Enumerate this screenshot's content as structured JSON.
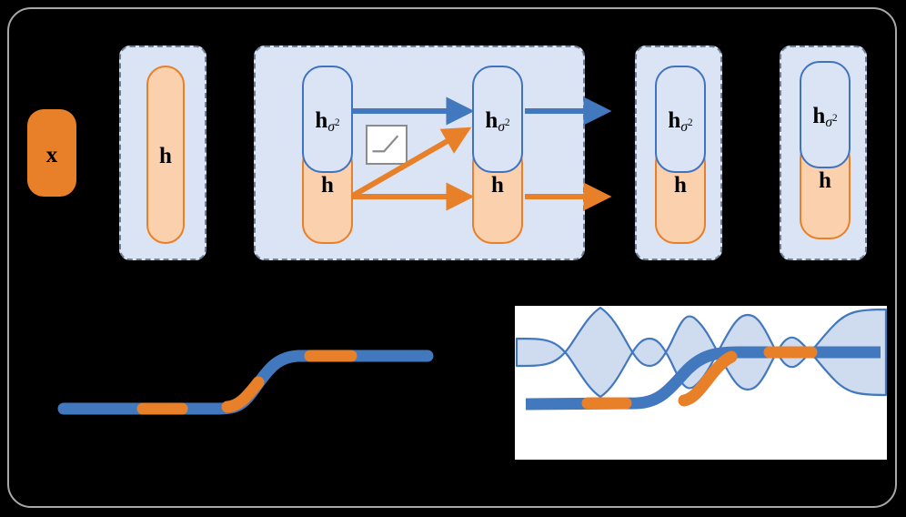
{
  "figure": {
    "title": "Heteroscedastic neural network with variance propagation",
    "background_color": "#000000",
    "frame_color": "#a8a8a8"
  },
  "palette": {
    "orange_solid": "#e8802a",
    "orange_light": "#fbd0ac",
    "blue_line": "#4278be",
    "blue_border": "#3f72bf",
    "group_fill": "#dbe4f5",
    "group_dash": "#6f7f96",
    "band_fill": "#cfdcf0",
    "icon_gray": "#8c8c8c",
    "panel_white": "#ffffff"
  },
  "labels": {
    "input": "x",
    "hidden": "h",
    "variance_base": "h",
    "variance_sub": "σ",
    "variance_sup": "2"
  },
  "nodes": [
    {
      "id": "input-x",
      "name": "input-node-x",
      "label": "x",
      "kind": "solid-orange-pill"
    },
    {
      "id": "layer-1",
      "name": "hidden-layer-1",
      "label": "h",
      "kind": "light-orange-pill"
    },
    {
      "id": "layer-2",
      "name": "hidden-layer-2-stacked",
      "label": "h",
      "kind": "stacked-pill"
    },
    {
      "id": "layer-3",
      "name": "hidden-layer-3-stacked",
      "label": "h",
      "kind": "stacked-pill"
    },
    {
      "id": "layer-4",
      "name": "hidden-layer-4-stacked",
      "label": "h",
      "kind": "stacked-pill"
    },
    {
      "id": "layer-5",
      "name": "output-layer-stacked",
      "label": "h",
      "kind": "stacked-pill"
    }
  ],
  "arrows": [
    {
      "name": "arrow-variance-forward",
      "color": "#4278be",
      "style": "straight-horizontal"
    },
    {
      "name": "arrow-mean-to-variance",
      "color": "#e8802a",
      "style": "diagonal-up"
    },
    {
      "name": "arrow-mean-forward",
      "color": "#e8802a",
      "style": "straight-horizontal"
    },
    {
      "name": "arrow-variance-out",
      "color": "#4278be",
      "style": "straight-horizontal"
    },
    {
      "name": "arrow-mean-out",
      "color": "#e8802a",
      "style": "straight-horizontal"
    }
  ],
  "activation_icon": {
    "name": "relu-activation-icon",
    "type": "relu",
    "stroke_color": "#8c8c8c",
    "border_color": "#8c8c8c",
    "fill_color": "#ffffff"
  },
  "chart_data": [
    {
      "type": "line",
      "name": "mean-prediction-curve",
      "title": "",
      "xlabel": "",
      "ylabel": "",
      "xlim": [
        0,
        420
      ],
      "ylim": [
        0,
        130
      ],
      "grid": false,
      "legend": null,
      "series": [
        {
          "name": "mean",
          "color": "#4278be",
          "linewidth": 13,
          "comment": "sigmoid-shaped mean curve",
          "x": [
            70,
            130,
            190,
            230,
            255,
            275,
            295,
            315,
            335,
            380,
            470
          ],
          "y": [
            449,
            449,
            449,
            448,
            444,
            430,
            412,
            398,
            392,
            391,
            391
          ]
        }
      ],
      "overlay_segments": [
        {
          "name": "orange-dash-1",
          "color": "#e8802a",
          "x_start": 155,
          "x_end": 202
        },
        {
          "name": "orange-dash-2",
          "color": "#e8802a",
          "x_start": 248,
          "x_end": 293
        },
        {
          "name": "orange-dash-3",
          "color": "#e8802a",
          "x_start": 338,
          "x_end": 388
        }
      ]
    },
    {
      "type": "area",
      "name": "predictive-uncertainty-plot",
      "title": "",
      "xlabel": "",
      "ylabel": "",
      "xlim": [
        566,
        975
      ],
      "ylim": [
        336,
        505
      ],
      "grid": false,
      "legend": null,
      "panel_background": "#ffffff",
      "series": [
        {
          "name": "mean",
          "color": "#4278be",
          "linewidth": 13,
          "x": [
            580,
            640,
            700,
            730,
            760,
            790,
            820,
            860,
            900,
            960
          ],
          "y": [
            444,
            444,
            443,
            436,
            420,
            402,
            390,
            387,
            387,
            387
          ]
        },
        {
          "name": "uncertainty-band",
          "color": "#cfdcf0",
          "edge_color": "#4278be",
          "comment": "variance bulges: large at left edge, small bump, medium bump, large at right edge",
          "band_half_width": [
            68,
            8,
            34,
            8,
            46,
            8,
            62
          ]
        }
      ],
      "overlay_segments": [
        {
          "name": "orange-dash-1",
          "color": "#e8802a",
          "x_start": 638,
          "x_end": 690
        },
        {
          "name": "orange-dash-2",
          "color": "#e8802a",
          "x_start": 745,
          "x_end": 800
        },
        {
          "name": "orange-dash-3",
          "color": "#e8802a",
          "x_start": 838,
          "x_end": 893
        }
      ]
    }
  ]
}
